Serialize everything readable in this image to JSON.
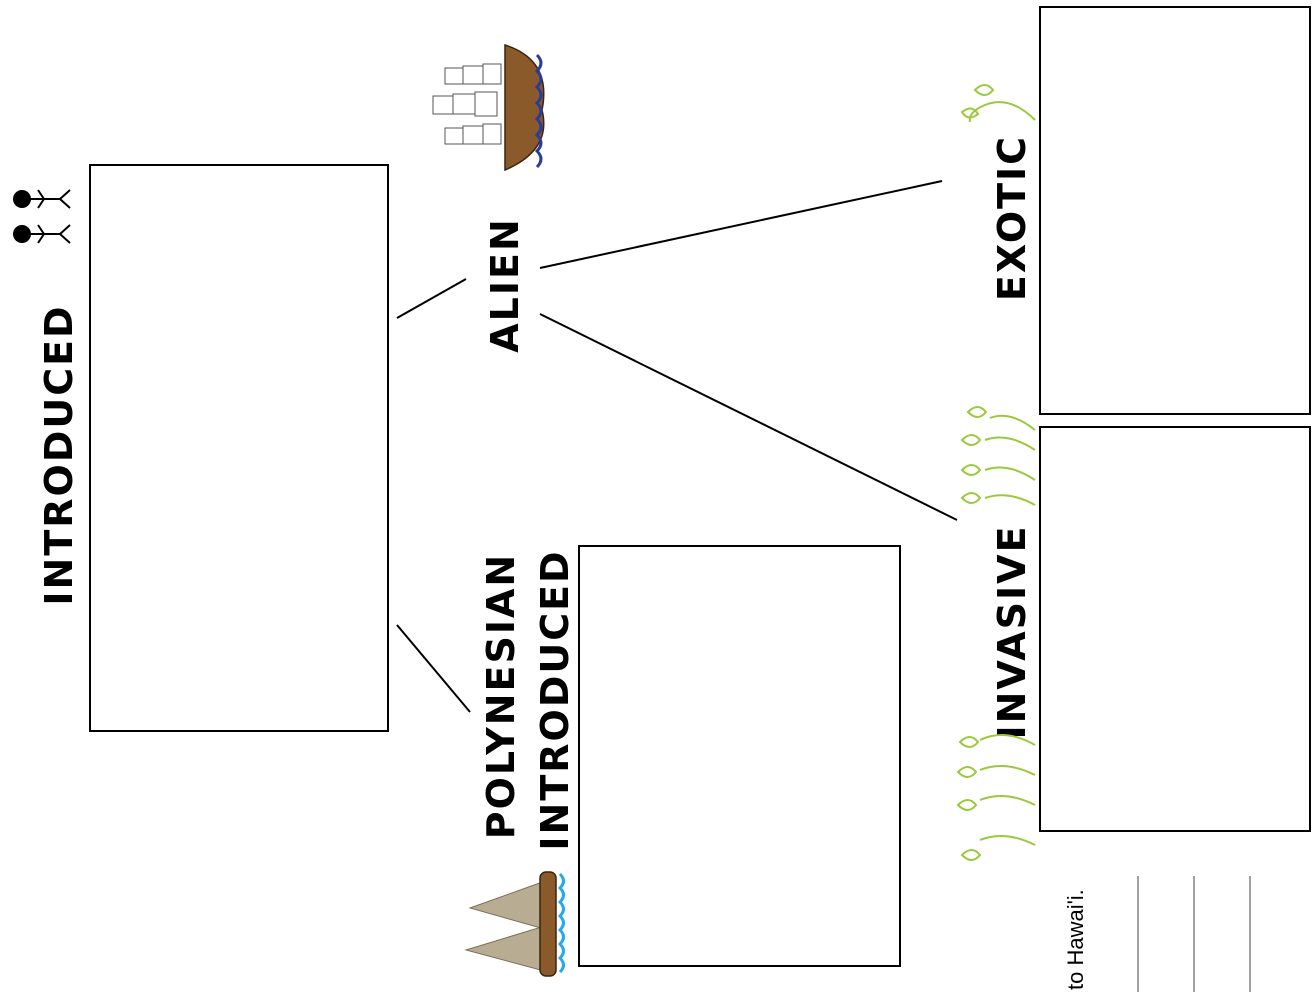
{
  "labels": {
    "introduced": "INTRODUCED",
    "alien": "ALIEN",
    "exotic": "EXOTIC",
    "invasive": "INVASIVE",
    "polynesian": "POLYNESIAN",
    "polynesian_introduced": "INTRODUCED"
  },
  "note": "to Hawai'i.",
  "icons": {
    "people": "stick-figure-people-icon",
    "european_ship": "sailing-ship-icon",
    "polynesian_canoe": "voyaging-canoe-icon",
    "sprouts": "sprout-icon"
  },
  "colors": {
    "ink": "#000000",
    "ship_hull": "#8b5a2b",
    "ocean_dark": "#2a3c9a",
    "ocean_light": "#22aaee",
    "sail": "#b8ac92",
    "sprout": "#9ac93c"
  }
}
